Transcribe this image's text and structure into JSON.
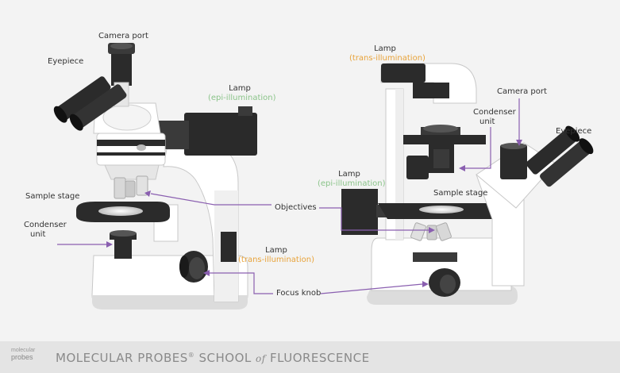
{
  "left_scope": {
    "camera_port": "Camera port",
    "eyepiece": "Eyepiece",
    "lamp": "Lamp",
    "lamp_sub": "(epi-illumination)",
    "sample_stage": "Sample stage",
    "condenser_1": "Condenser",
    "condenser_2": "unit",
    "lamp2": "Lamp",
    "lamp2_sub": "(trans-illumination)"
  },
  "center": {
    "objectives": "Objectives",
    "focus_knob": "Focus knob"
  },
  "right_scope": {
    "lamp": "Lamp",
    "lamp_sub": "(trans-illumination)",
    "camera_port": "Camera port",
    "condenser_1": "Condenser",
    "condenser_2": "unit",
    "eyepiece": "Eyepiece",
    "lamp2": "Lamp",
    "lamp2_sub": "(epi-illumination)",
    "sample_stage": "Sample stage"
  },
  "footer": {
    "logo_line1": "molecular",
    "logo_line2": "probes",
    "title_a": "MOLECULAR PROBES",
    "reg": "®",
    "title_b": " SCHOOL ",
    "of": "of",
    "title_c": " FLUORESCENCE"
  },
  "colors": {
    "leader": "#8a5fb0",
    "trans": "#e8a33a",
    "epi": "#8bc48a"
  }
}
